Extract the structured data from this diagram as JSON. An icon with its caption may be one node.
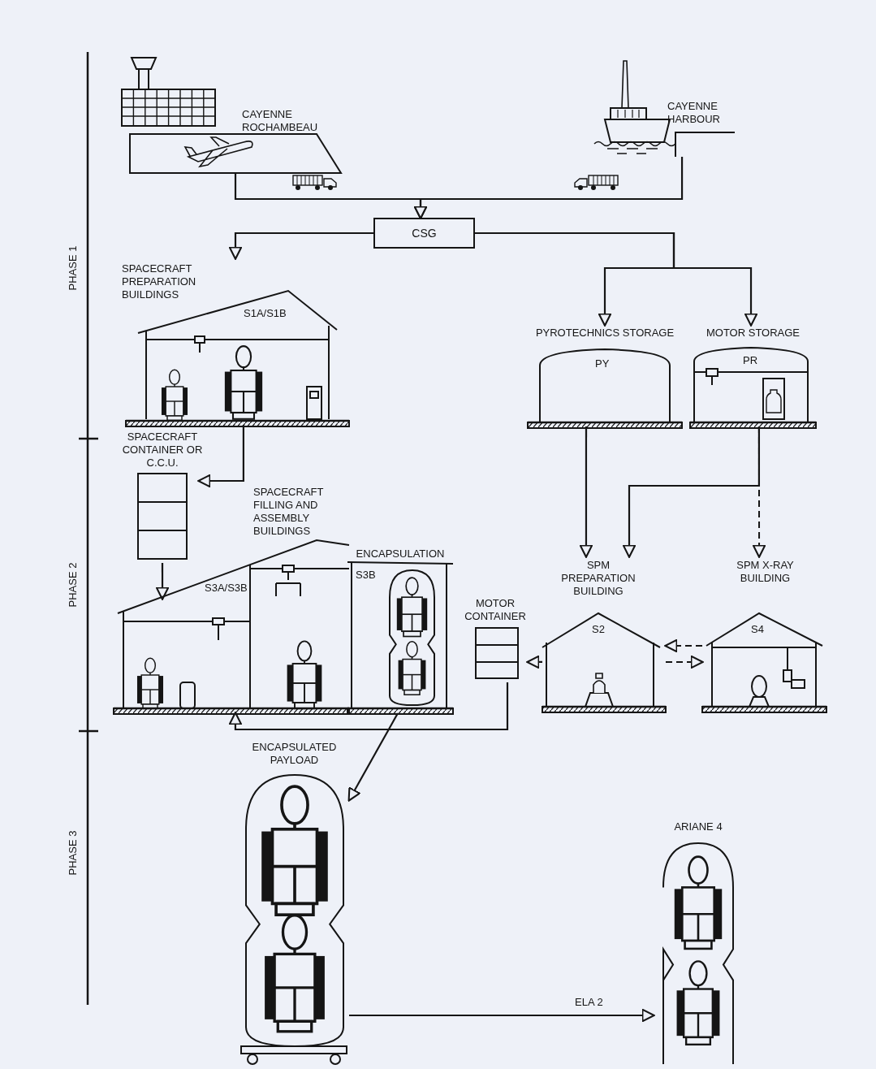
{
  "diagram": {
    "nodes": [
      {
        "text": [
          "CAYENNE ROCHAMBEAU"
        ]
      },
      {
        "text": [
          "CAYENNE HARBOUR"
        ]
      },
      {
        "text": [
          "CSG"
        ]
      },
      {
        "text": [
          "SPACECRAFT PREPARATION BUILDINGS",
          "S1A/S1B"
        ]
      },
      {
        "text": [
          "SPACECRAFT CONTAINER OR C.C.U."
        ]
      },
      {
        "text": [
          "SPACECRAFT FILLING AND ASSEMBLY BUILDINGS",
          "S3A/S3B"
        ]
      },
      {
        "text": [
          "ENCAPSULATION",
          "S3B"
        ]
      },
      {
        "text": [
          "PYROTECHNICS STORAGE",
          "PY"
        ]
      },
      {
        "text": [
          "MOTOR STORAGE",
          "PR"
        ]
      },
      {
        "text": [
          "SPM PREPARATION BUILDING",
          "S2"
        ]
      },
      {
        "text": [
          "SPM X-RAY BUILDING",
          "S4"
        ]
      },
      {
        "text": [
          "MOTOR CONTAINER"
        ]
      },
      {
        "text": [
          "ENCAPSULATED PAYLOAD"
        ]
      },
      {
        "text": [
          "ARIANE 4"
        ]
      }
    ],
    "edges": [
      {
        "from": 0,
        "to": 2,
        "arrow": "to"
      },
      {
        "from": 1,
        "to": 2,
        "arrow": "to"
      },
      {
        "from": 2,
        "to": 3,
        "arrow": "to"
      },
      {
        "from": 2,
        "to": 7,
        "arrow": "to"
      },
      {
        "from": 2,
        "to": 8,
        "arrow": "to"
      },
      {
        "from": 3,
        "to": 4,
        "arrow": "to"
      },
      {
        "from": 4,
        "to": 5,
        "arrow": "to"
      },
      {
        "from": 6,
        "to": 12,
        "arrow": "to"
      },
      {
        "from": 7,
        "to": 9,
        "arrow": "to"
      },
      {
        "from": 8,
        "to": 9,
        "arrow": "to"
      },
      {
        "from": 8,
        "to": 10,
        "arrow": "to",
        "style": "dashed"
      },
      {
        "from": 9,
        "to": 10,
        "arrow": "to",
        "style": "dashed"
      },
      {
        "from": 10,
        "to": 9,
        "arrow": "to",
        "style": "dashed"
      },
      {
        "from": 9,
        "to": 11,
        "arrow": "to"
      },
      {
        "from": 11,
        "to": 5,
        "arrow": "to"
      },
      {
        "from": 12,
        "to": 13,
        "arrow": "to",
        "label": "ELA 2"
      }
    ],
    "labels": [
      "PHASE 1",
      "PHASE 2",
      "PHASE 3"
    ]
  }
}
